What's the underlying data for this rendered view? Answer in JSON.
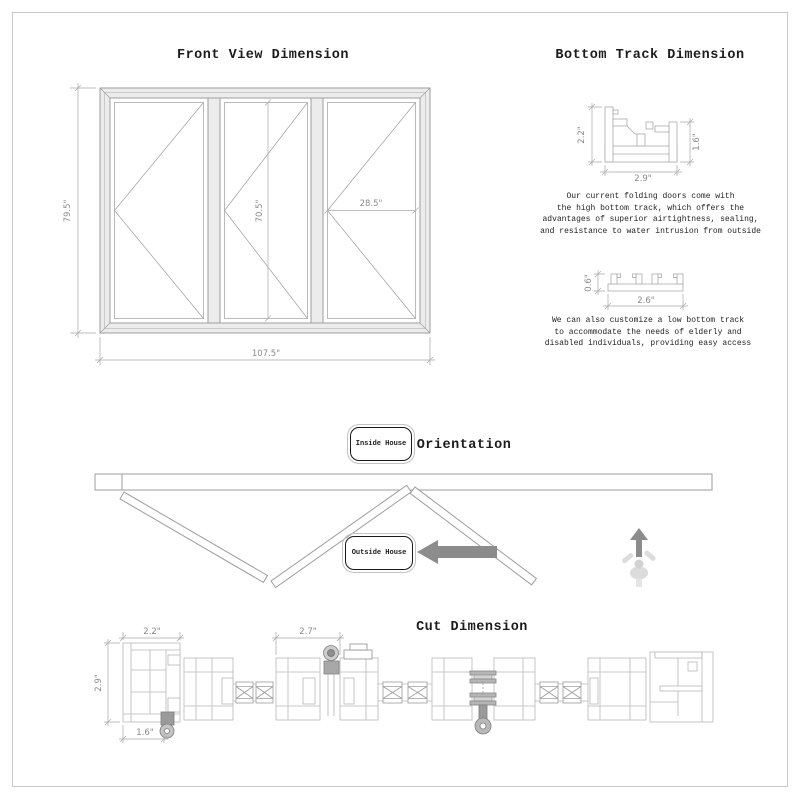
{
  "front_view": {
    "title": "Front View Dimension",
    "dims": {
      "total_height": "79.5\"",
      "glass_height": "70.5\"",
      "panel_width": "28.5\"",
      "total_width": "107.5\""
    }
  },
  "bottom_track": {
    "title": "Bottom Track Dimension",
    "high_track": {
      "dim_height": "2.2\"",
      "dim_right_height": "1.6\"",
      "dim_width": "2.9\"",
      "desc": [
        "Our current folding doors come with",
        "the high bottom track, which offers the",
        "advantages of superior airtightness, sealing,",
        "and resistance to water intrusion from outside"
      ]
    },
    "low_track": {
      "dim_height": "0.6\"",
      "dim_width": "2.6\"",
      "desc": [
        "We can also customize a low bottom track",
        "to accommodate the needs of elderly and",
        "disabled individuals, providing easy access"
      ]
    }
  },
  "orientation": {
    "title": "Orientation",
    "inside_label": "Inside House",
    "outside_label": "Outside House"
  },
  "cut_view": {
    "title": "Cut Dimension",
    "dims": {
      "jamb_width": "2.2\"",
      "panel_width": "2.7\"",
      "frame_depth": "2.9\"",
      "track_width": "1.6\""
    }
  }
}
